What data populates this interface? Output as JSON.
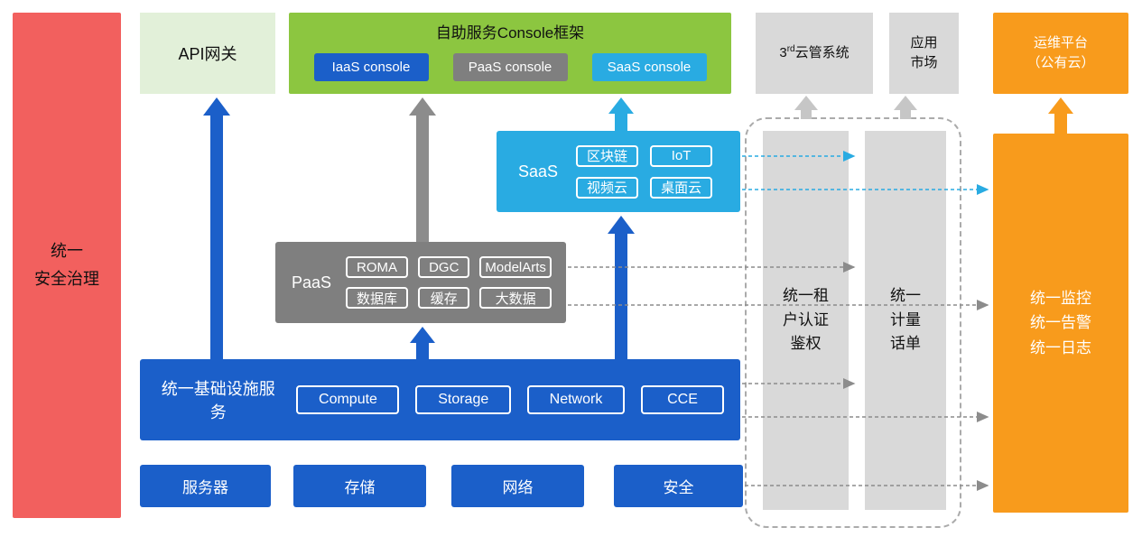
{
  "left_bar": {
    "label": "统一\n安全治理"
  },
  "api_gateway": {
    "label": "API网关"
  },
  "console_frame": {
    "title": "自助服务Console框架",
    "consoles": [
      {
        "label": "IaaS console"
      },
      {
        "label": "PaaS console"
      },
      {
        "label": "SaaS console"
      }
    ]
  },
  "third_party_cloud": {
    "prefix": "3",
    "sup": "rd",
    "rest": "云管系统"
  },
  "app_market": {
    "label": "应用\n市场"
  },
  "om_platform": {
    "label": "运维平台\n（公有云）"
  },
  "saas_layer": {
    "label": "SaaS",
    "items": [
      "区块链",
      "IoT",
      "视频云",
      "桌面云"
    ]
  },
  "paas_layer": {
    "label": "PaaS",
    "items": [
      "ROMA",
      "DGC",
      "ModelArts",
      "数据库",
      "缓存",
      "大数据"
    ]
  },
  "infra_layer": {
    "label": "统一基础设施服务",
    "items": [
      "Compute",
      "Storage",
      "Network",
      "CCE"
    ]
  },
  "hardware": {
    "items": [
      "服务器",
      "存储",
      "网络",
      "安全"
    ]
  },
  "auth_bar": {
    "label": "统一租\n户认证\n鉴权"
  },
  "metering_bar": {
    "label": "统一\n计量\n话单"
  },
  "monitor_box": {
    "label": "统一监控\n统一告警\n统一日志"
  },
  "colors": {
    "blue": "#1B5FC9",
    "cyan": "#29ABE2",
    "green": "#8CC640",
    "light_green": "#E2F0D9",
    "gray_dark": "#7F7F7F",
    "gray_light": "#D9D9D9",
    "orange": "#F89B1C",
    "red": "#F2605E"
  }
}
